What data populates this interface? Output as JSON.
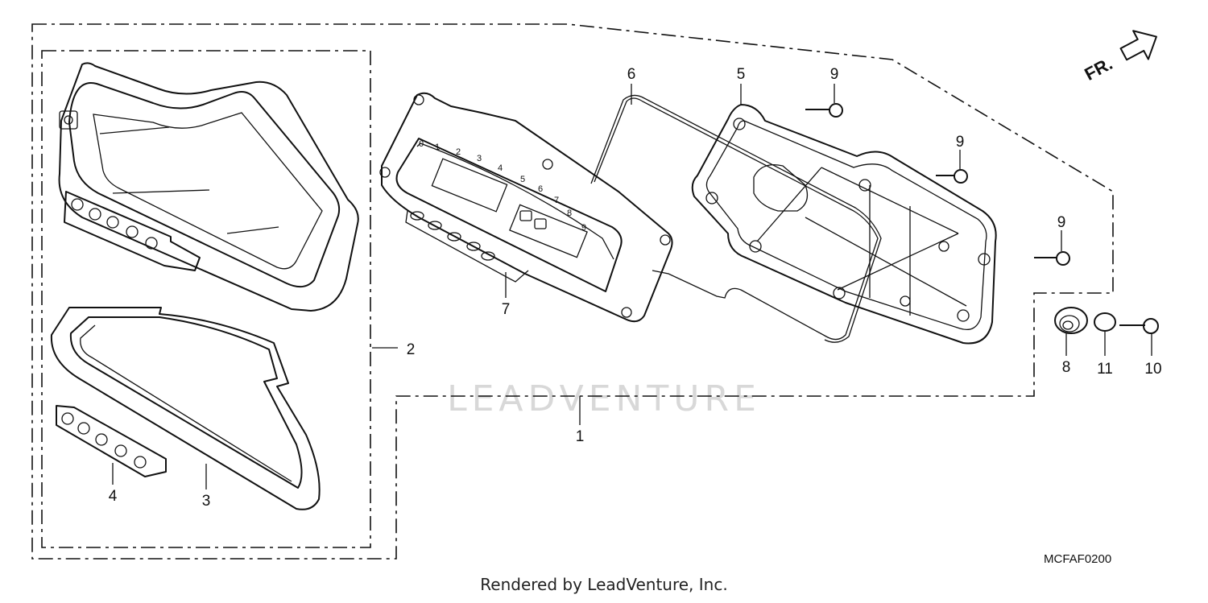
{
  "callouts": {
    "c1": "1",
    "c2": "2",
    "c3": "3",
    "c4": "4",
    "c5": "5",
    "c6": "6",
    "c7": "7",
    "c8": "8",
    "c9a": "9",
    "c9b": "9",
    "c9c": "9",
    "c10": "10",
    "c11": "11"
  },
  "direction_label": "FR.",
  "diagram_code": "MCFAF0200",
  "footer": "Rendered by LeadVenture, Inc.",
  "watermark": "LEADVENTURE"
}
